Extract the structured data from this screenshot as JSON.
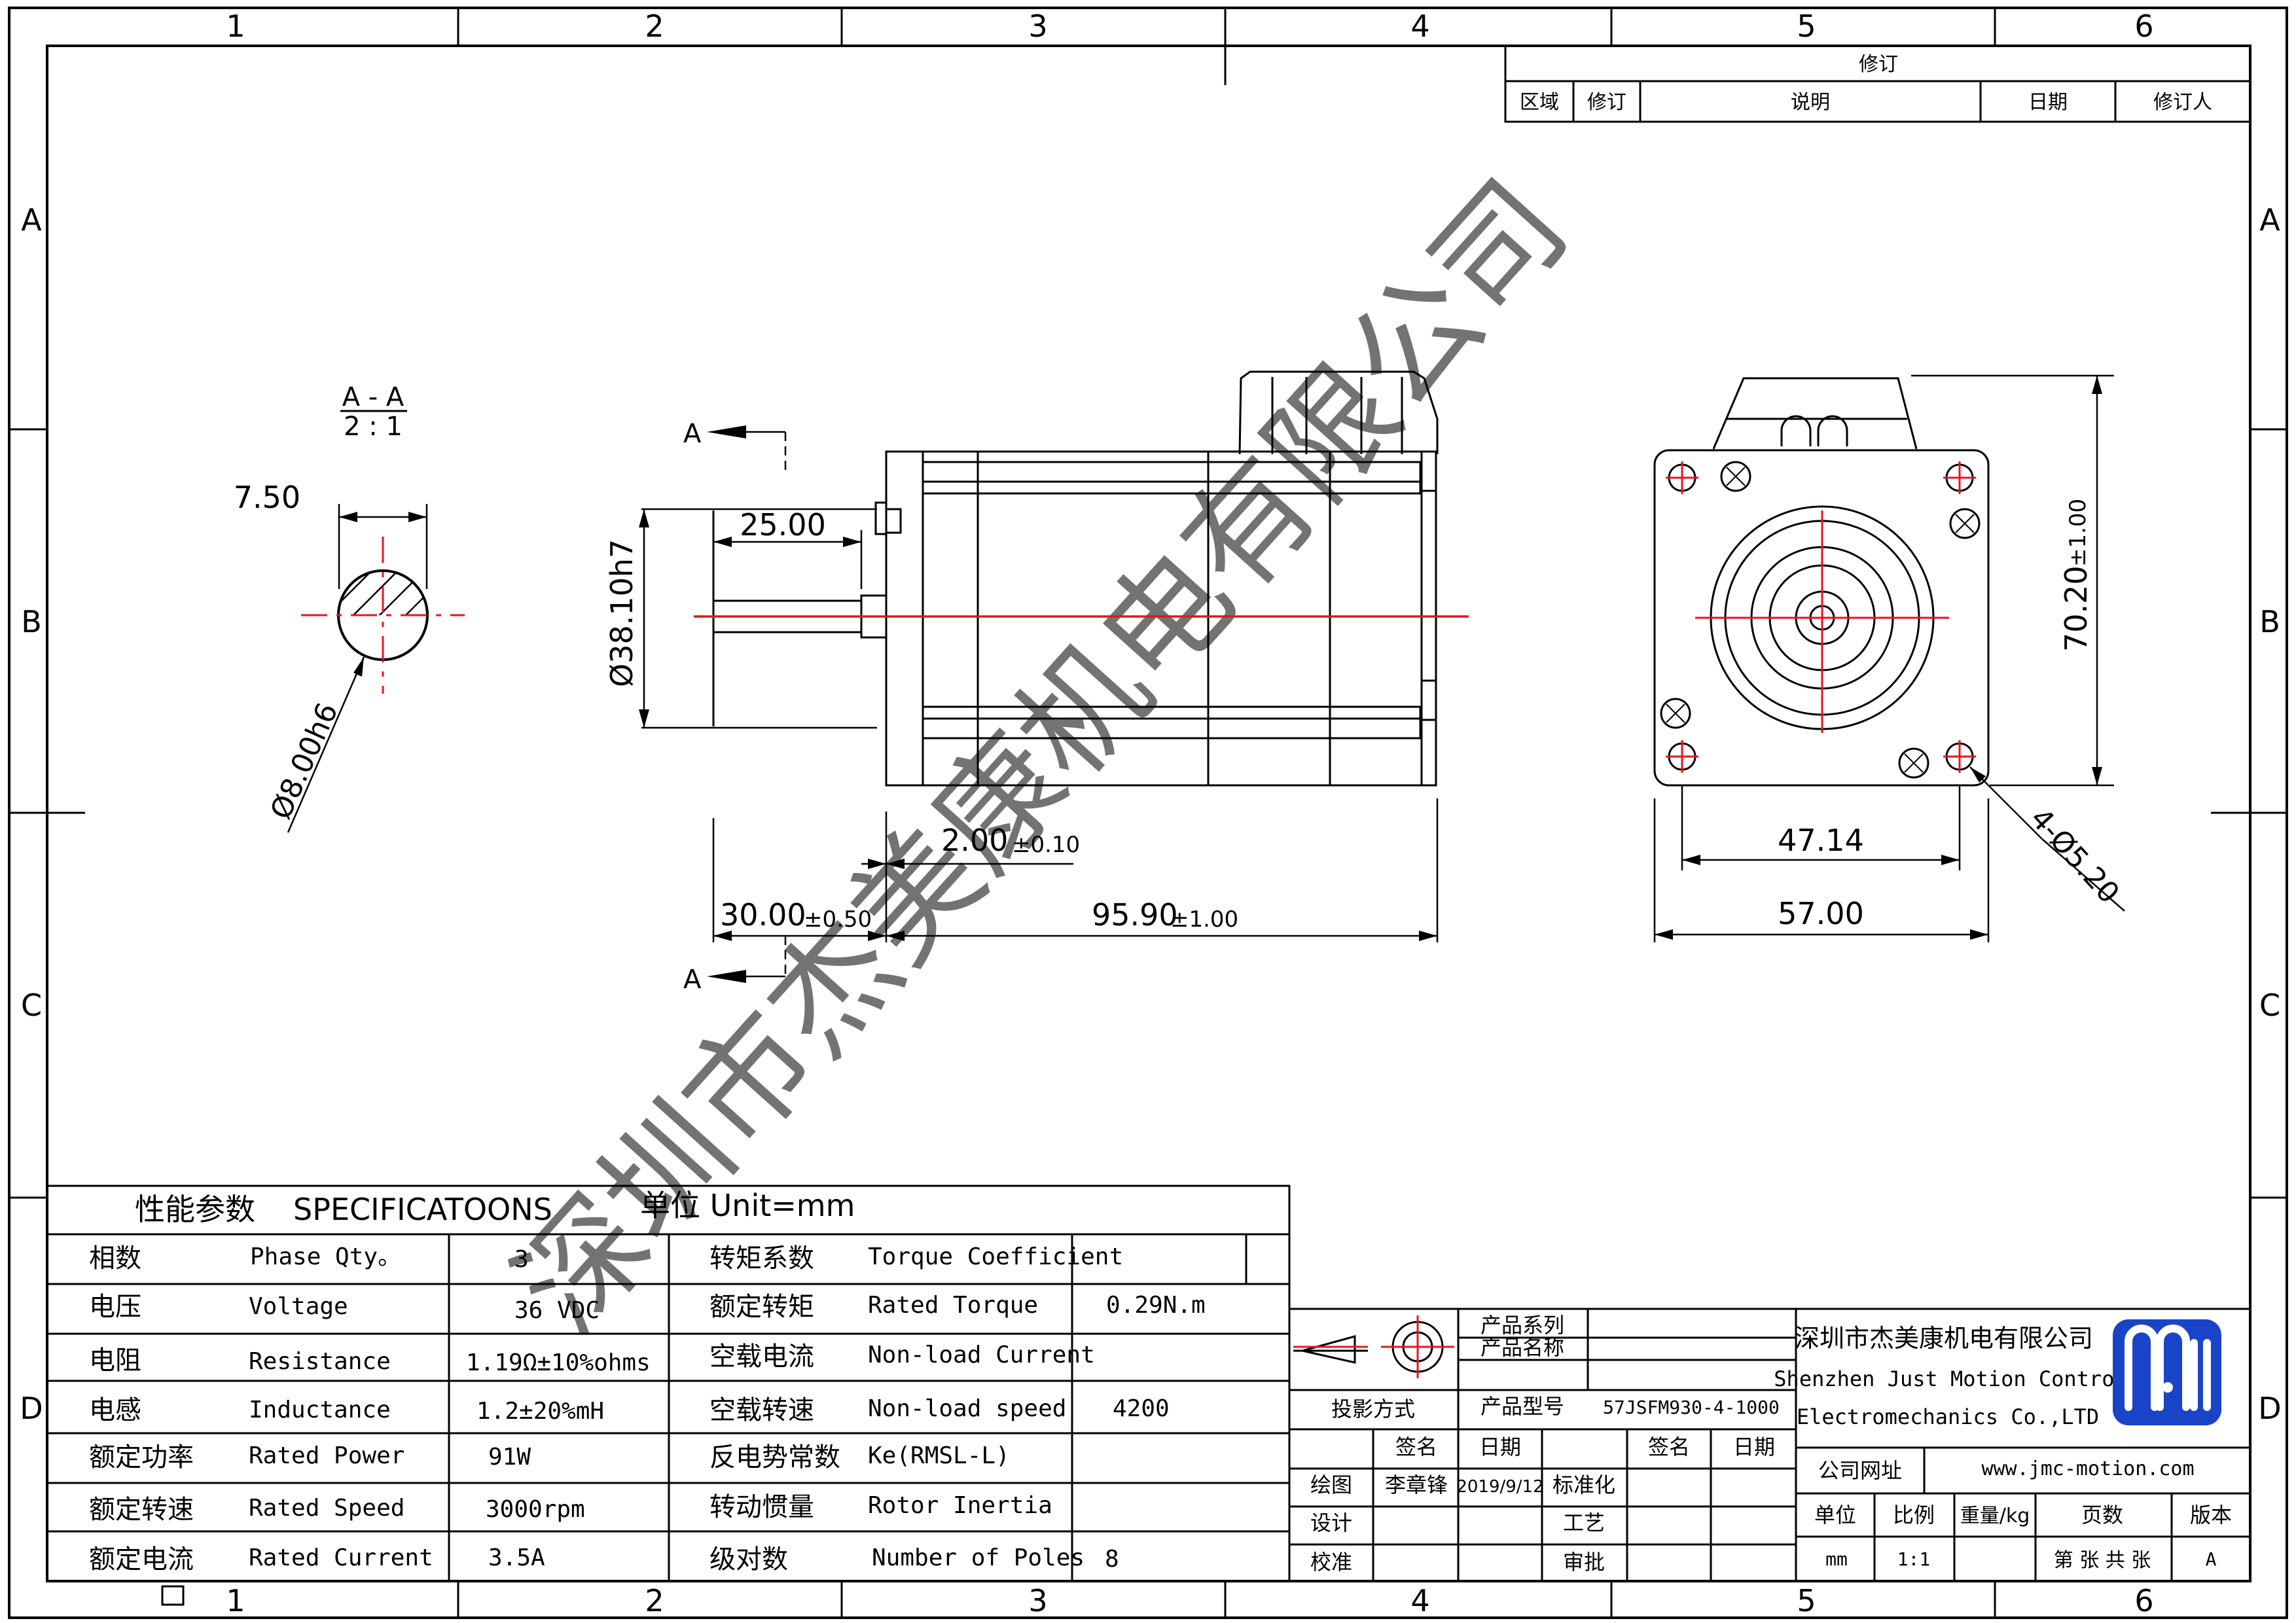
{
  "frame": {
    "columns": [
      "1",
      "2",
      "3",
      "4",
      "5",
      "6"
    ],
    "rows": [
      "A",
      "B",
      "C",
      "D"
    ]
  },
  "revision": {
    "title": "修订",
    "headers": [
      "区域",
      "修订",
      "说明",
      "日期",
      "修订人"
    ]
  },
  "section_view": {
    "title": "A - A",
    "scale": "2 : 1",
    "dim_flat": "7.50",
    "dim_diameter": "Ø8.00h6"
  },
  "side_view": {
    "section_mark_top": "A",
    "section_mark_bottom": "A",
    "dim_shaft_len": "25.00",
    "dim_pilot": "Ø38.10h7",
    "dim_pilot_depth": "2.00",
    "dim_pilot_depth_tol": "±0.10",
    "dim_shaft_total": "30.00",
    "dim_shaft_total_tol": "±0.50",
    "dim_body": "95.90",
    "dim_body_tol": "±1.00"
  },
  "front_view": {
    "dim_height": "70.20",
    "dim_height_tol": "±1.00",
    "dim_holes": "4-Ø5.20",
    "dim_bolt_spacing": "47.14",
    "dim_flange": "57.00"
  },
  "watermark": "深圳市杰美康机电有限公司",
  "specs": {
    "title_cn": "性能参数",
    "title_en": "SPECIFICATOONS",
    "unit": "单位 Unit=mm",
    "left": [
      {
        "cn": "相数",
        "en": "Phase Qty。",
        "val": "3"
      },
      {
        "cn": "电压",
        "en": "Voltage",
        "val": "36 VDC"
      },
      {
        "cn": "电阻",
        "en": "Resistance",
        "val": "1.19Ω±10%ohms"
      },
      {
        "cn": "电感",
        "en": "Inductance",
        "val": "1.2±20%mH"
      },
      {
        "cn": "额定功率",
        "en": "Rated Power",
        "val": "91W"
      },
      {
        "cn": "额定转速",
        "en": "Rated Speed",
        "val": "3000rpm"
      },
      {
        "cn": "额定电流",
        "en": "Rated Current",
        "val": "3.5A"
      }
    ],
    "right": [
      {
        "cn": "转矩系数",
        "en": "Torque Coefficient",
        "val": ""
      },
      {
        "cn": "额定转矩",
        "en": "Rated Torque",
        "val": "0.29N.m"
      },
      {
        "cn": "空载电流",
        "en": "Non-load Current",
        "val": ""
      },
      {
        "cn": "空载转速",
        "en": "Non-load speed",
        "val": "4200"
      },
      {
        "cn": "反电势常数",
        "en": "Ke(RMSL-L)",
        "val": ""
      },
      {
        "cn": "转动惯量",
        "en": "Rotor Inertia",
        "val": ""
      },
      {
        "cn": "级对数",
        "en": "Number of Poles",
        "val": "8"
      }
    ]
  },
  "title_block": {
    "product_series": "产品系列",
    "product_name": "产品名称",
    "product_model": "产品型号",
    "model_value": "57JSFM930-4-1000",
    "projection": "投影方式",
    "sign": "签名",
    "date": "日期",
    "sign2": "签名",
    "date2": "日期",
    "draw": "绘图",
    "drawer": "李章锋",
    "draw_date": "2019/9/12",
    "standard": "标准化",
    "design": "设计",
    "process": "工艺",
    "check": "校准",
    "approve": "审批",
    "company_cn": "深圳市杰美康机电有限公司",
    "company_en1": "Shenzhen Just Motion Control",
    "company_en2": "Electromechanics Co.,LTD",
    "website_label": "公司网址",
    "website": "www.jmc-motion.com",
    "unit_label": "单位",
    "scale_label": "比例",
    "weight_label": "重量/kg",
    "pages_label": "页数",
    "version_label": "版本",
    "unit_value": "mm",
    "scale_value": "1:1",
    "pages_value": "第 张 共 张",
    "version_value": "A"
  },
  "colors": {
    "line": "#000000",
    "center": "#e8141c",
    "logo": "#1a44c8",
    "watermark": "#a0a0a0"
  }
}
